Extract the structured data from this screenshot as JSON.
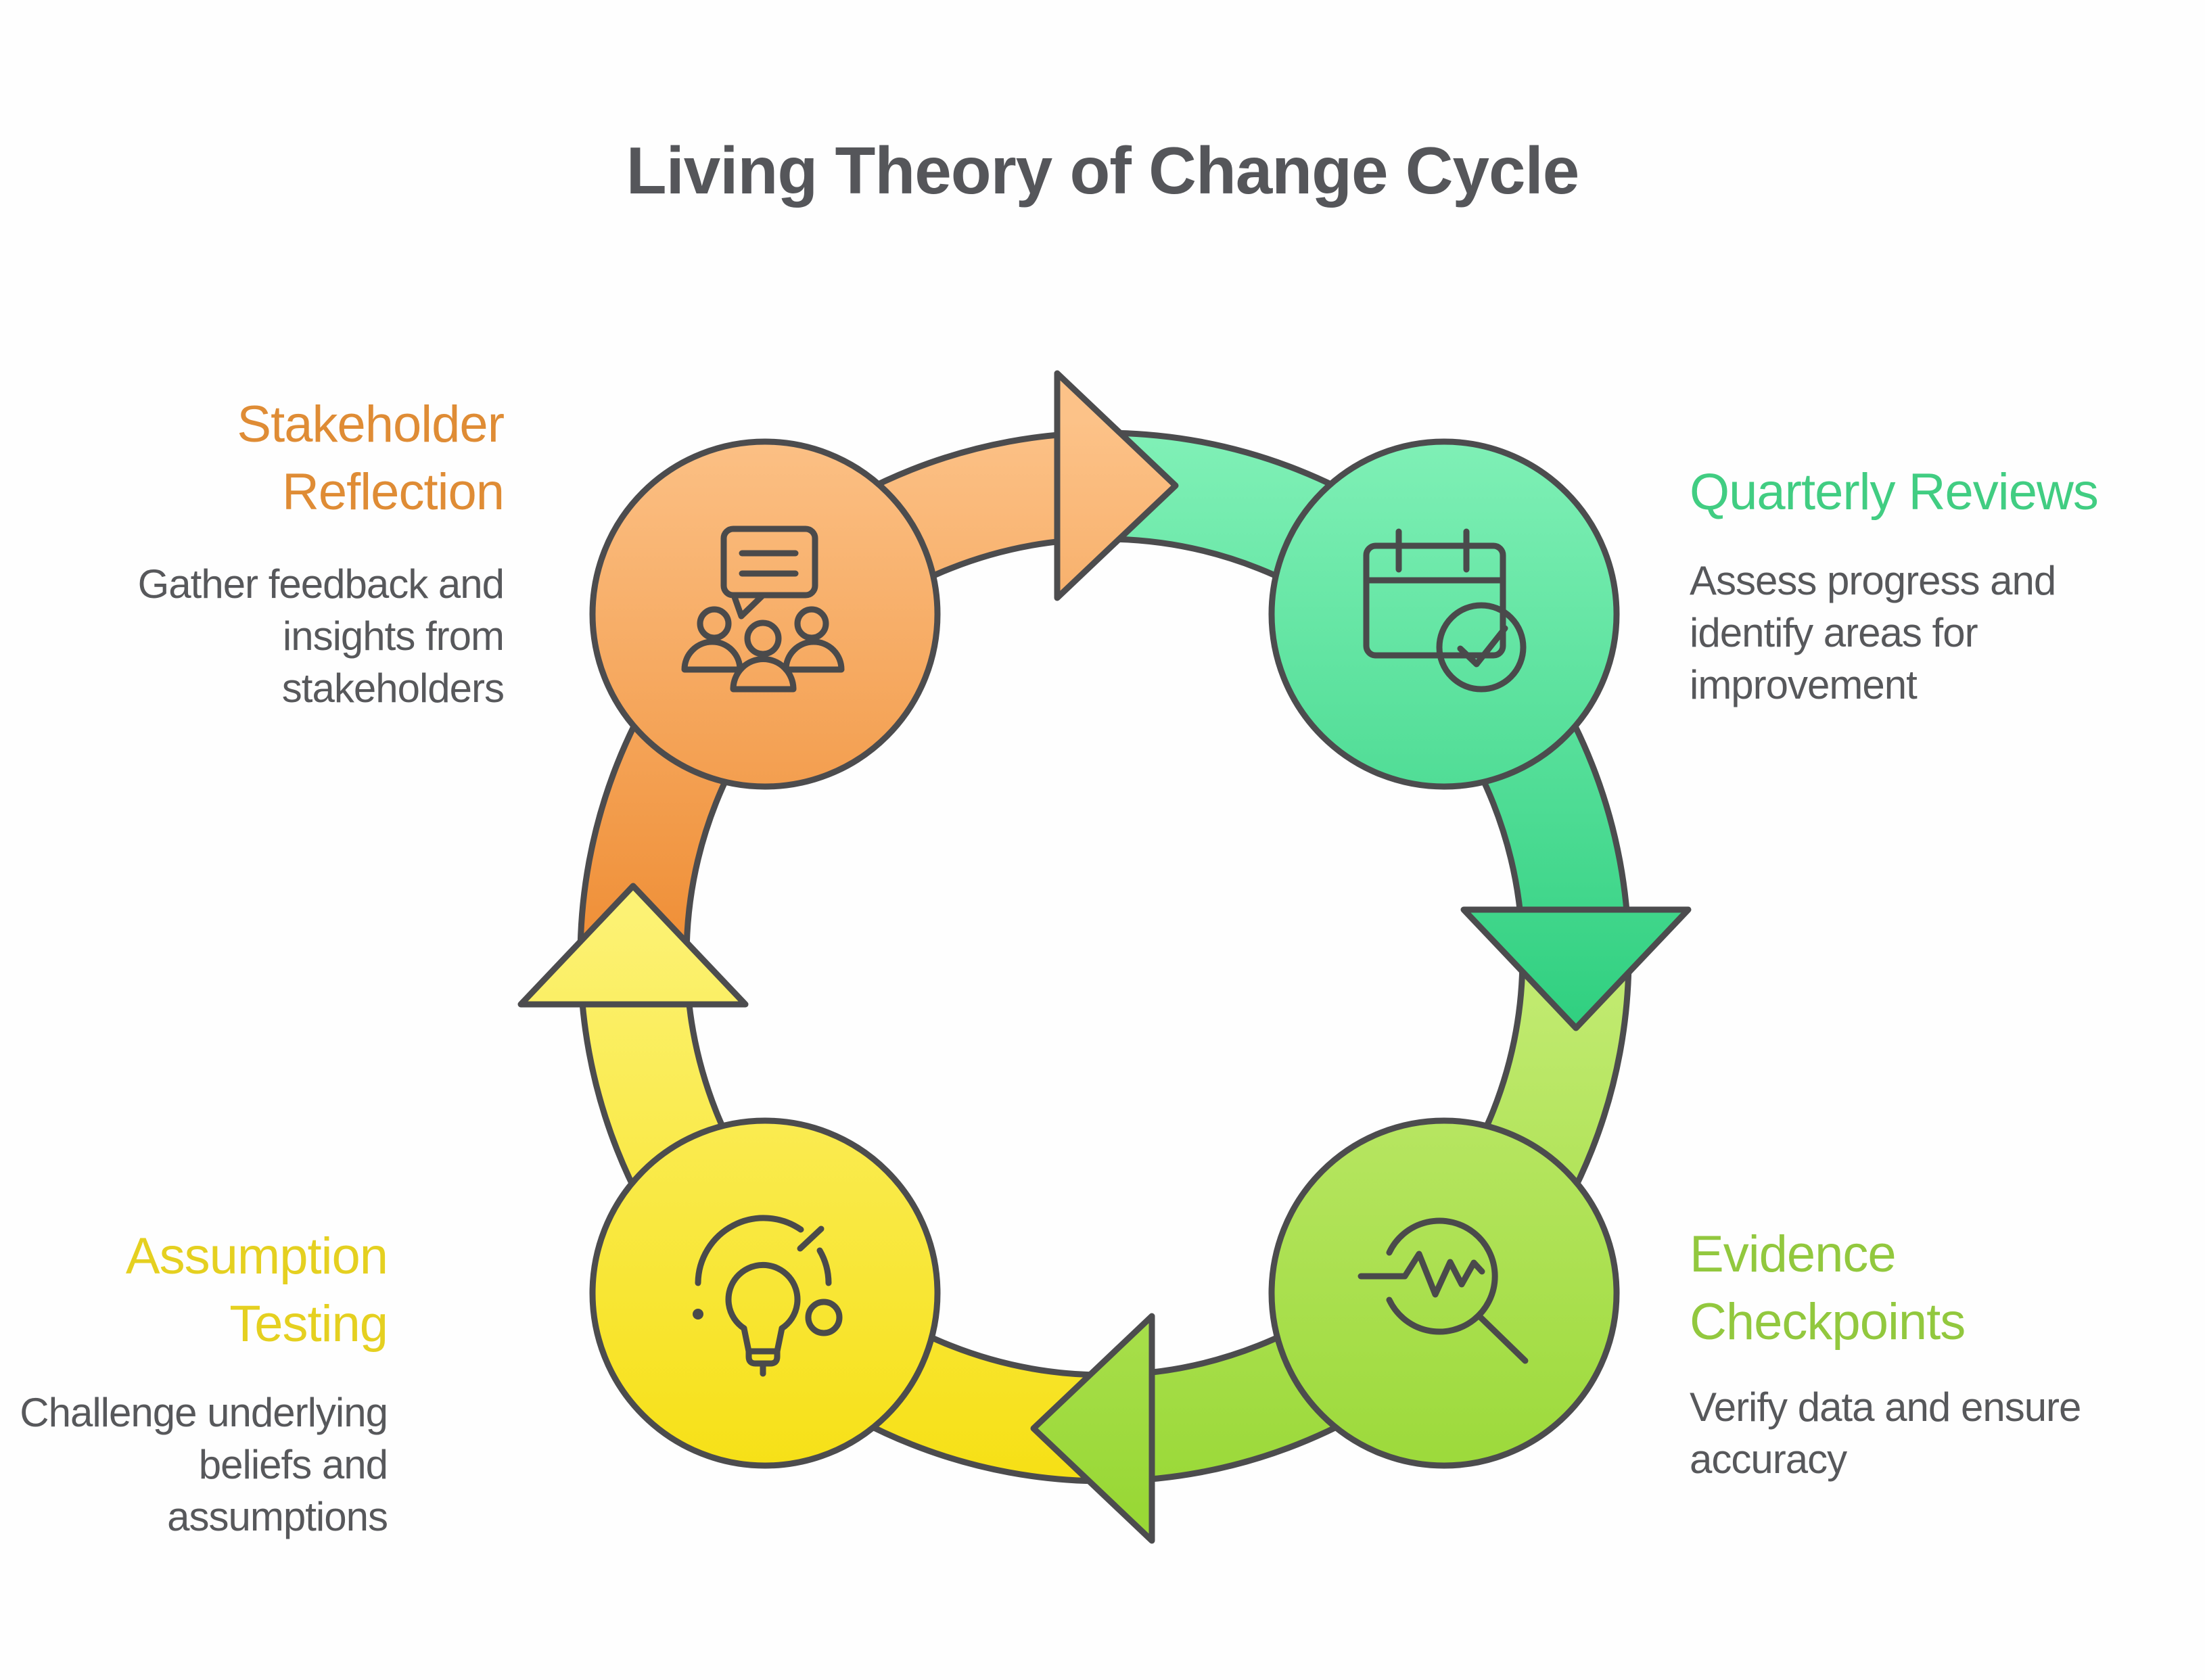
{
  "title": {
    "text": "Living Theory of Change Cycle",
    "color": "#55565a"
  },
  "diagram": {
    "type": "cycle",
    "direction": "clockwise",
    "outline_color": "#4c4c4e",
    "desc_text_color": "#57585b",
    "nodes": [
      {
        "id": "stakeholder-reflection",
        "label_lines": [
          "Stakeholder",
          "Reflection"
        ],
        "label_color": "#df8c35",
        "desc_lines": [
          "Gather feedback and",
          "insights from",
          "stakeholders"
        ],
        "icon": "discussion-icon",
        "gradient_light": "#fcc288",
        "gradient_deep": "#ee8a2f",
        "position": "top-left"
      },
      {
        "id": "quarterly-reviews",
        "label_lines": [
          "Quarterly Reviews"
        ],
        "label_color": "#41cd82",
        "desc_lines": [
          "Assess progress and",
          "identify areas for",
          "improvement"
        ],
        "icon": "calendar-check-icon",
        "gradient_light": "#82f1b8",
        "gradient_deep": "#2cce7d",
        "position": "top-right"
      },
      {
        "id": "evidence-checkpoints",
        "label_lines": [
          "Evidence",
          "Checkpoints"
        ],
        "label_color": "#92c83e",
        "desc_lines": [
          "Verify data and ensure",
          "accuracy"
        ],
        "icon": "magnifier-pulse-icon",
        "gradient_light": "#c7ed79",
        "gradient_deep": "#99d836",
        "position": "bottom-right"
      },
      {
        "id": "assumption-testing",
        "label_lines": [
          "Assumption",
          "Testing"
        ],
        "label_color": "#e5d020",
        "desc_lines": [
          "Challenge underlying",
          "beliefs and assumptions"
        ],
        "icon": "lightbulb-gauge-icon",
        "gradient_light": "#fcf275",
        "gradient_deep": "#f6df10",
        "position": "bottom-left"
      }
    ]
  }
}
